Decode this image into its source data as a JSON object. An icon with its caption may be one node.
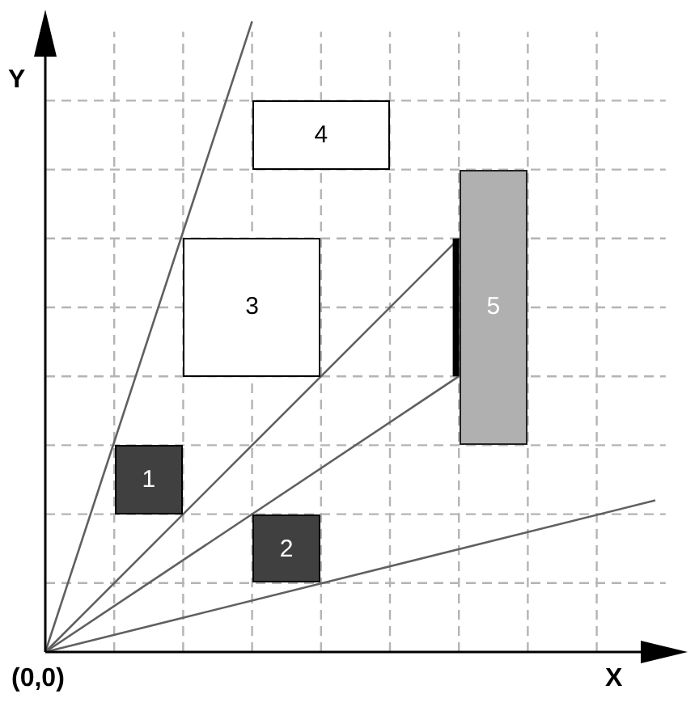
{
  "diagram": {
    "nodes": [
      {
        "text": [
          "1"
        ]
      },
      {
        "text": [
          "2"
        ]
      },
      {
        "text": [
          "3"
        ]
      },
      {
        "text": [
          "4"
        ]
      },
      {
        "text": [
          "5"
        ]
      }
    ],
    "labels": [
      "Y",
      "(0,0)",
      "X"
    ]
  }
}
